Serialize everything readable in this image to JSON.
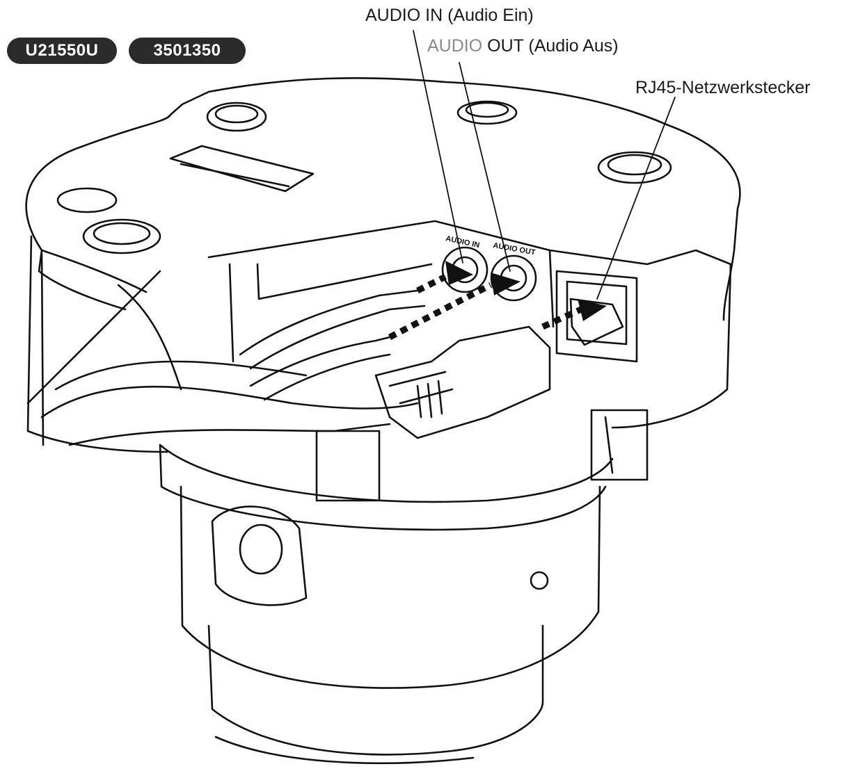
{
  "models": {
    "left": "U21550U",
    "right": "3501350"
  },
  "callouts": {
    "audio_in": "AUDIO IN (Audio Ein)",
    "audio_out_word": "AUDIO",
    "audio_out_rest": " OUT (Audio Aus)",
    "rj45": "RJ45-Netzwerkstecker"
  },
  "port_labels": {
    "audio_in": "AUDIO IN",
    "audio_out": "AUDIO OUT"
  },
  "colors": {
    "line": "#111111",
    "pill": "#2b2b2b",
    "background": "#ffffff"
  }
}
